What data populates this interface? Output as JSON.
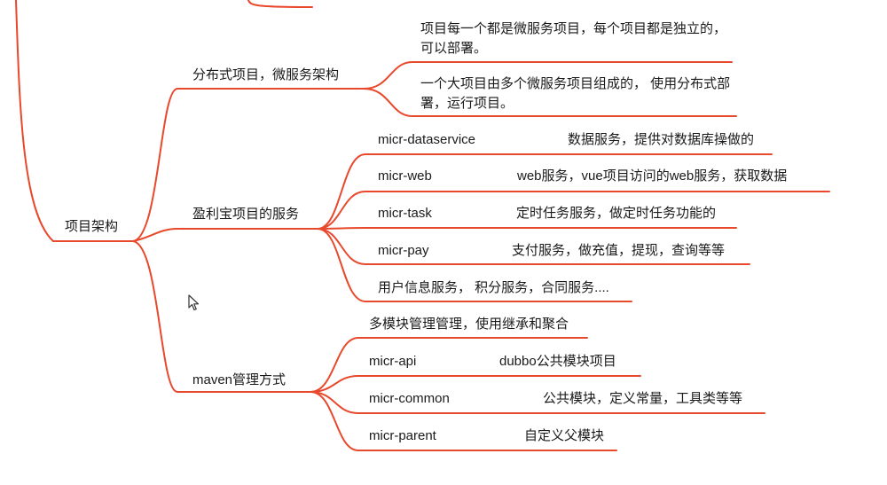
{
  "colors": {
    "branch": "#e8482c",
    "text": "#1a1a1a"
  },
  "root": {
    "label": "项目架构"
  },
  "branches": [
    {
      "label": "分布式项目，微服务架构",
      "children": [
        {
          "text": "项目每一个都是微服务项目，每个项目都是独立的，可以部署。"
        },
        {
          "text": "一个大项目由多个微服务项目组成的， 使用分布式部署，运行项目。"
        }
      ]
    },
    {
      "label": "盈利宝项目的服务",
      "children": [
        {
          "name": "micr-dataservice",
          "desc": "数据服务，提供对数据库操做的"
        },
        {
          "name": "micr-web",
          "desc": "web服务，vue项目访问的web服务，获取数据"
        },
        {
          "name": "micr-task",
          "desc": "定时任务服务，做定时任务功能的"
        },
        {
          "name": "micr-pay",
          "desc": "支付服务，做充值，提现，查询等等"
        },
        {
          "text": "用户信息服务， 积分服务，合同服务...."
        }
      ]
    },
    {
      "label": "maven管理方式",
      "children": [
        {
          "text": "多模块管理管理，使用继承和聚合"
        },
        {
          "name": "micr-api",
          "desc": "dubbo公共模块项目"
        },
        {
          "name": "micr-common",
          "desc": "公共模块，定义常量，工具类等等"
        },
        {
          "name": "micr-parent",
          "desc": "自定义父模块"
        }
      ]
    }
  ],
  "cursor_icon": "mouse-pointer-icon"
}
